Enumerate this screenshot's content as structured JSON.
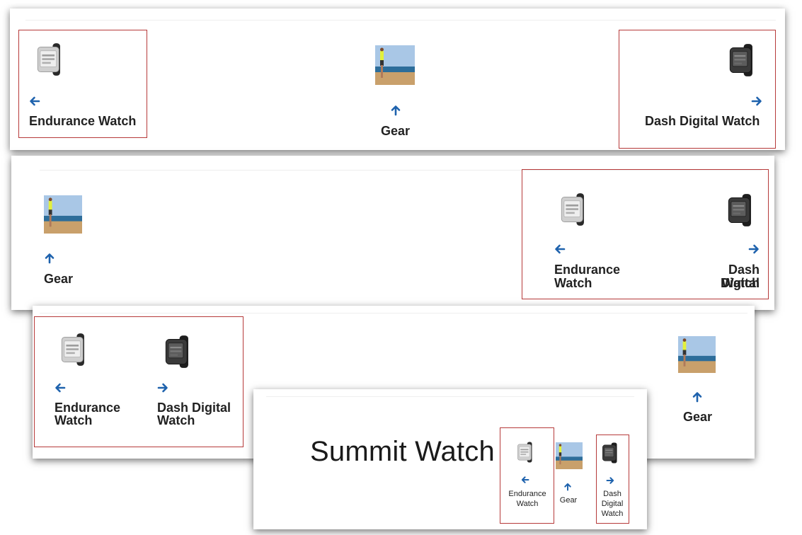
{
  "icons": {
    "prev": "arrow-left-icon",
    "next": "arrow-right-icon",
    "up": "arrow-up-icon"
  },
  "colors": {
    "arrow": "#1e62ad",
    "highlight_border": "#b63a3a"
  },
  "panel1": {
    "prev_label": "Endurance Watch",
    "up_label": "Gear",
    "next_label": "Dash Digital Watch"
  },
  "panel2": {
    "up_label": "Gear",
    "prev_label_line1": "Endurance",
    "prev_label_line2": "Watch",
    "next_label_line1": "Dash Digital",
    "next_label_line2": "Watch"
  },
  "panel3": {
    "prev_label_line1": "Endurance",
    "prev_label_line2": "Watch",
    "next_label_line1": "Dash Digital",
    "next_label_line2": "Watch",
    "up_label": "Gear"
  },
  "panel4": {
    "product_title": "Summit Watch",
    "prev_label_line1": "Endurance",
    "prev_label_line2": "Watch",
    "up_label": "Gear",
    "next_label_line1": "Dash",
    "next_label_line2": "Digital",
    "next_label_line3": "Watch"
  }
}
